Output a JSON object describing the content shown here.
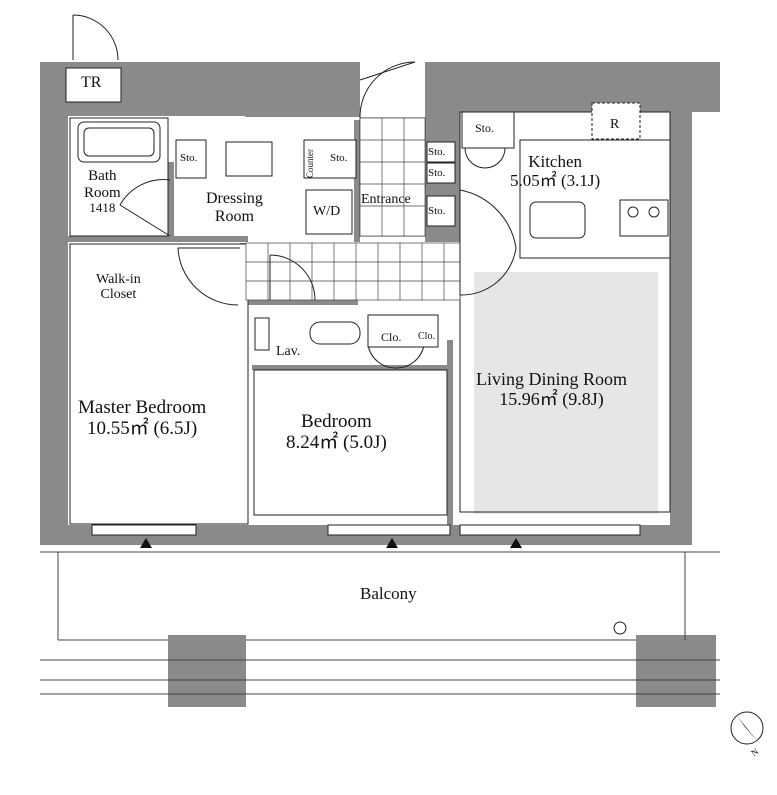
{
  "rooms": {
    "tr": "TR",
    "bath": {
      "line1": "Bath",
      "line2": "Room",
      "code": "1418"
    },
    "dressing": {
      "line1": "Dressing",
      "line2": "Room"
    },
    "wd": "W/D",
    "counter": "Counter",
    "entrance": "Entrance",
    "walkin": {
      "line1": "Walk-in",
      "line2": "Closet"
    },
    "lav": "Lav.",
    "kitchen": {
      "name": "Kitchen",
      "area": "5.05㎡ (3.1J)"
    },
    "fridge": "R",
    "living": {
      "name": "Living Dining Room",
      "area": "15.96㎡ (9.8J)"
    },
    "master": {
      "name": "Master Bedroom",
      "area": "10.55㎡ (6.5J)"
    },
    "bedroom": {
      "name": "Bedroom",
      "area": "8.24㎡ (5.0J)"
    },
    "balcony": "Balcony"
  },
  "storage": {
    "sto_bath": "Sto.",
    "sto_counter": "Sto.",
    "sto_ent1": "Sto.",
    "sto_ent2": "Sto.",
    "sto_ent3": "Sto.",
    "sto_kitchen": "Sto.",
    "clo1": "Clo.",
    "clo2": "Clo."
  },
  "compass": {
    "label": "N"
  },
  "colors": {
    "wall": "#8a8a8a",
    "living_floor": "#e6e6e6",
    "line": "#222222"
  }
}
